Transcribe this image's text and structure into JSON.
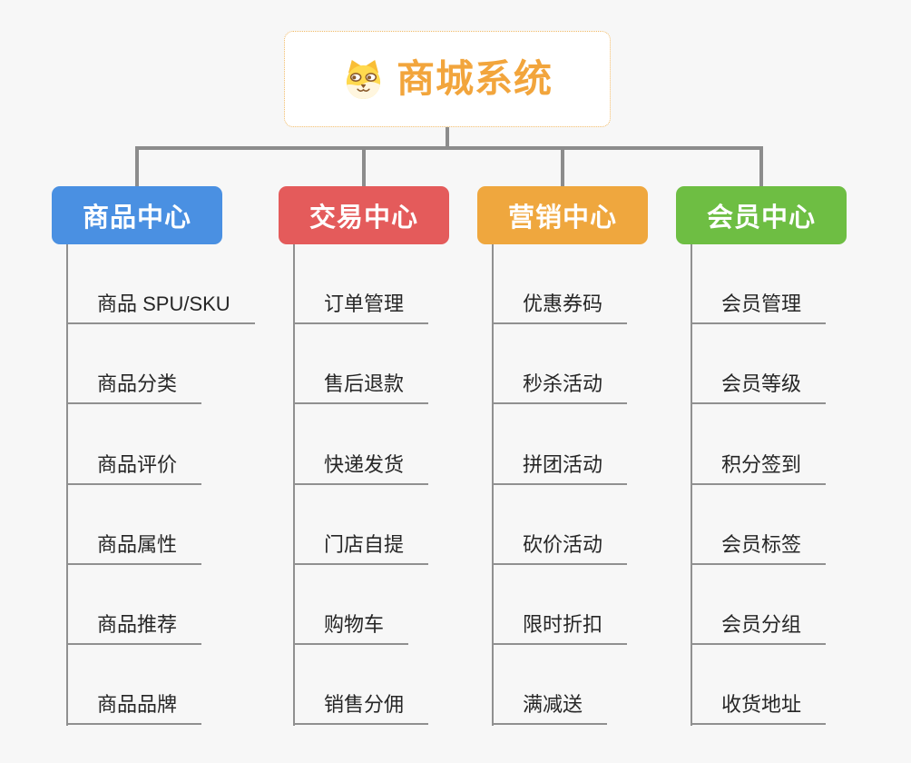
{
  "background": "#F7F7F7",
  "connector_color": "#8C8C8C",
  "root": {
    "title": "商城系统",
    "title_color": "#F2A53C",
    "border_color": "#F0B964",
    "icon": "shiba-dog-icon"
  },
  "branches": [
    {
      "id": "product-center",
      "label": "商品中心",
      "color": "#4A90E2",
      "children": [
        "商品 SPU/SKU",
        "商品分类",
        "商品评价",
        "商品属性",
        "商品推荐",
        "商品品牌"
      ]
    },
    {
      "id": "trade-center",
      "label": "交易中心",
      "color": "#E45B5B",
      "children": [
        "订单管理",
        "售后退款",
        "快递发货",
        "门店自提",
        "购物车",
        "销售分佣"
      ]
    },
    {
      "id": "marketing-center",
      "label": "营销中心",
      "color": "#EFA73E",
      "children": [
        "优惠券码",
        "秒杀活动",
        "拼团活动",
        "砍价活动",
        "限时折扣",
        "满减送"
      ]
    },
    {
      "id": "member-center",
      "label": "会员中心",
      "color": "#6EBE43",
      "children": [
        "会员管理",
        "会员等级",
        "积分签到",
        "会员标签",
        "会员分组",
        "收货地址"
      ]
    }
  ]
}
